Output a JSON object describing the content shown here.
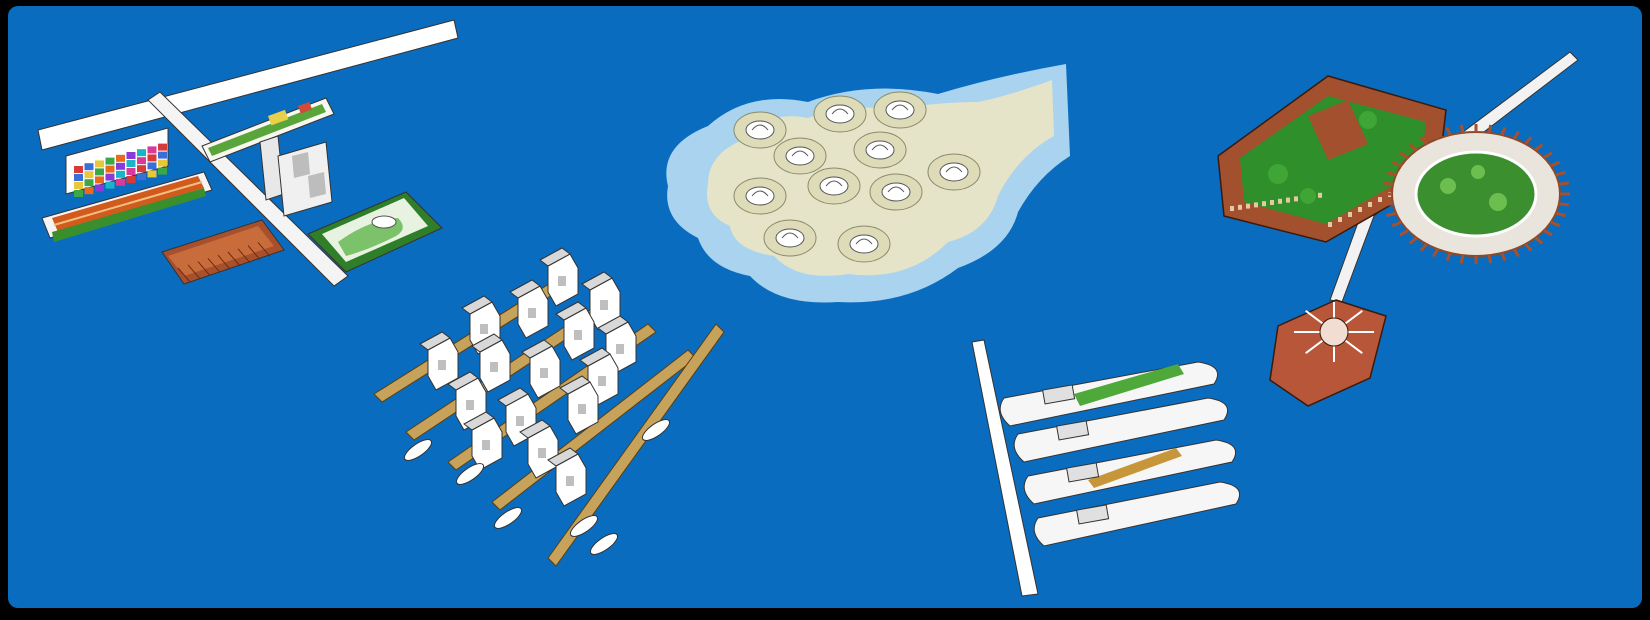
{
  "illustration": {
    "background_color": "#0a6cbf",
    "outer_color": "#000000",
    "vignettes": [
      {
        "name": "urban-pier-complex"
      },
      {
        "name": "floating-houses-on-jetties"
      },
      {
        "name": "island-archipelago"
      },
      {
        "name": "moored-ships-at-pier"
      },
      {
        "name": "fortress-islands"
      }
    ]
  }
}
